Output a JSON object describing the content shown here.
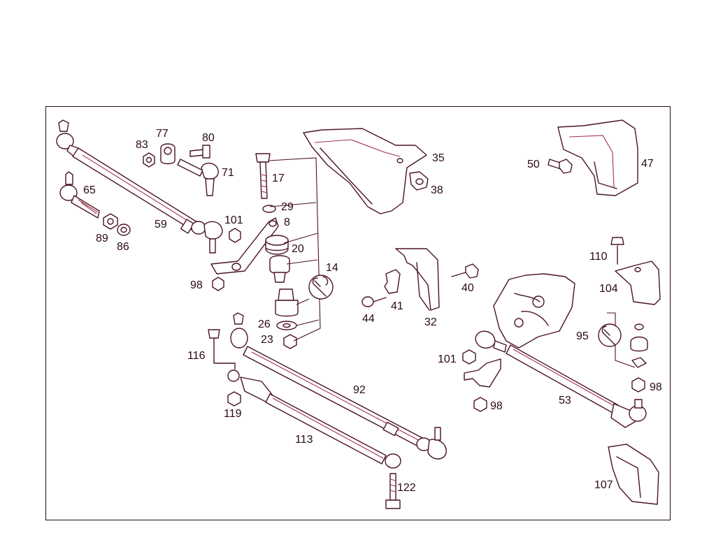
{
  "labels": {
    "p83": "83",
    "p77": "77",
    "p80": "80",
    "p71": "71",
    "p65": "65",
    "p59": "59",
    "p89": "89",
    "p86": "86",
    "p101a": "101",
    "p98a": "98",
    "p17": "17",
    "p29": "29",
    "p8": "8",
    "p20": "20",
    "p14": "14",
    "p26": "26",
    "p23": "23",
    "p35": "35",
    "p38": "38",
    "p50": "50",
    "p47": "47",
    "p40": "40",
    "p41": "41",
    "p44": "44",
    "p32": "32",
    "p110": "110",
    "p104": "104",
    "p95": "95",
    "p98b": "98",
    "p101b": "101",
    "p98c": "98",
    "p53": "53",
    "p116": "116",
    "p92": "92",
    "p119": "119",
    "p113": "113",
    "p122": "122",
    "p107": "107"
  },
  "colors": {
    "line": "#4a1420",
    "accent": "#a2304a",
    "frame": "#2a0a12"
  },
  "icons": [
    "wrench-icon"
  ]
}
